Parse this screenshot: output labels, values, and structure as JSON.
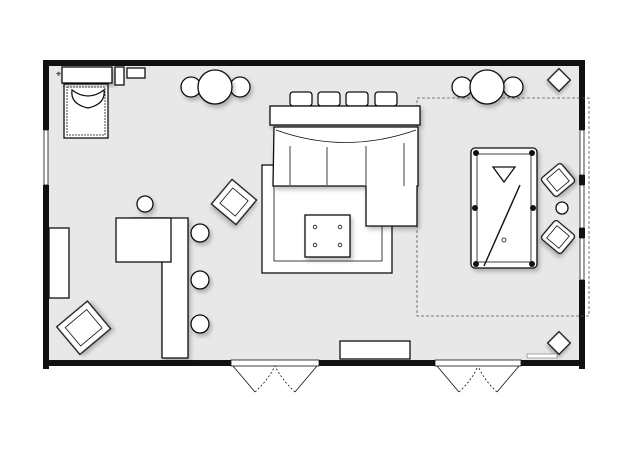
{
  "plan": {
    "colors": {
      "wall": "#111111",
      "floor": "#e8e8e8",
      "furniture": "#ffffff",
      "zone_outline": "#555555"
    },
    "rooms": [
      {
        "zone": "office-nook",
        "items": [
          "desk",
          "desk-chair",
          "rug",
          "side-cabinet",
          "monitor"
        ]
      },
      {
        "zone": "bar",
        "items": [
          "l-shaped-bar-counter",
          "bar-stool",
          "bar-stool",
          "bar-stool",
          "bar-stool",
          "bar-table"
        ]
      },
      {
        "zone": "lounge",
        "items": [
          "sectional-sofa",
          "console-with-stools",
          "armchair",
          "coffee-table",
          "area-rug"
        ]
      },
      {
        "zone": "billiards",
        "items": [
          "pool-table",
          "club-chair",
          "club-chair",
          "side-table"
        ]
      },
      {
        "zone": "dining",
        "items": [
          "round-table-with-chairs",
          "round-table-with-chairs"
        ]
      }
    ]
  }
}
